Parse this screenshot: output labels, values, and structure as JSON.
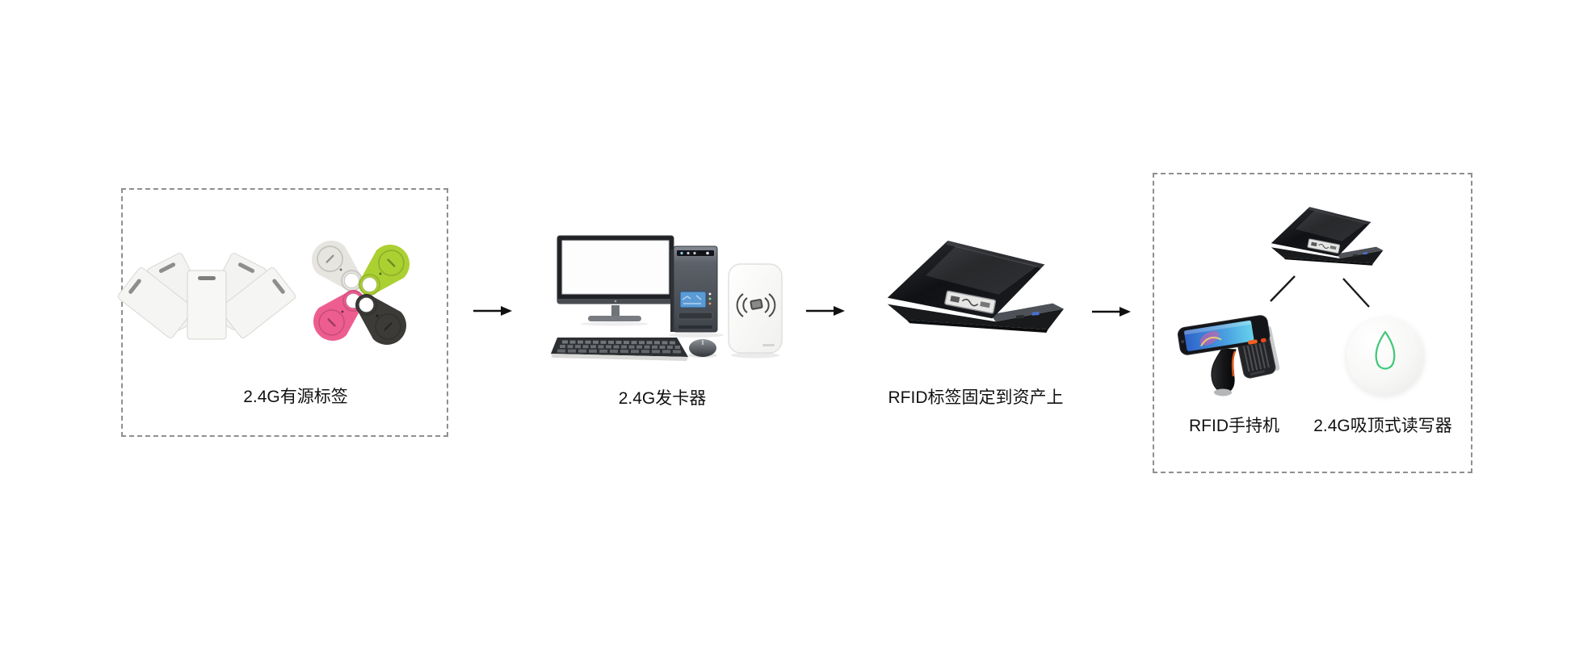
{
  "diagram": {
    "type": "workflow",
    "description": "RFID 2.4G asset tagging and reading workflow"
  },
  "steps": [
    {
      "id": "active-tags",
      "label": "2.4G有源标签",
      "boxed": true,
      "illustrations": [
        "white-rfid-card-fan",
        "keyfob-tag-white",
        "keyfob-tag-green",
        "keyfob-tag-pink",
        "keyfob-tag-black"
      ]
    },
    {
      "id": "card-issuer",
      "label": "2.4G发卡器",
      "boxed": false,
      "illustrations": [
        "desktop-monitor",
        "computer-tower",
        "keyboard",
        "mouse",
        "white-card-reader"
      ]
    },
    {
      "id": "asset-tagging",
      "label": "RFID标签固定到资产上",
      "boxed": false,
      "illustrations": [
        "black-laptop-with-rfid-sticker"
      ]
    },
    {
      "id": "reading-devices",
      "boxed": true,
      "illustrations": [
        "black-laptop",
        "handheld-rfid-gun",
        "ceiling-mount-reader"
      ],
      "devices": [
        {
          "id": "handheld-reader",
          "label": "RFID手持机"
        },
        {
          "id": "ceiling-reader",
          "label": "2.4G吸顶式读写器"
        }
      ]
    }
  ],
  "icons": [
    {
      "name": "flow-arrow-right",
      "glyph": "→",
      "count": 3
    },
    {
      "name": "rfid-signal-icon",
      "glyph": "((▭))"
    },
    {
      "name": "connector-line",
      "glyph": "╲ ╱",
      "count": 2
    }
  ],
  "colors": {
    "background": "#ffffff",
    "dashed_border": "#8f8f8f",
    "label_text": "#111111",
    "arrow": "#111111",
    "keyfob_white": "#e7e5df",
    "keyfob_green": "#abd032",
    "keyfob_pink": "#ee5d90",
    "keyfob_black": "#3c3b38",
    "ceiling_reader_ring": "#3fc878",
    "handheld_accent_orange": "#f2601d",
    "phone_screen_blue": "#3f7ad0",
    "tower_lcd_blue": "#5b9bd5"
  }
}
